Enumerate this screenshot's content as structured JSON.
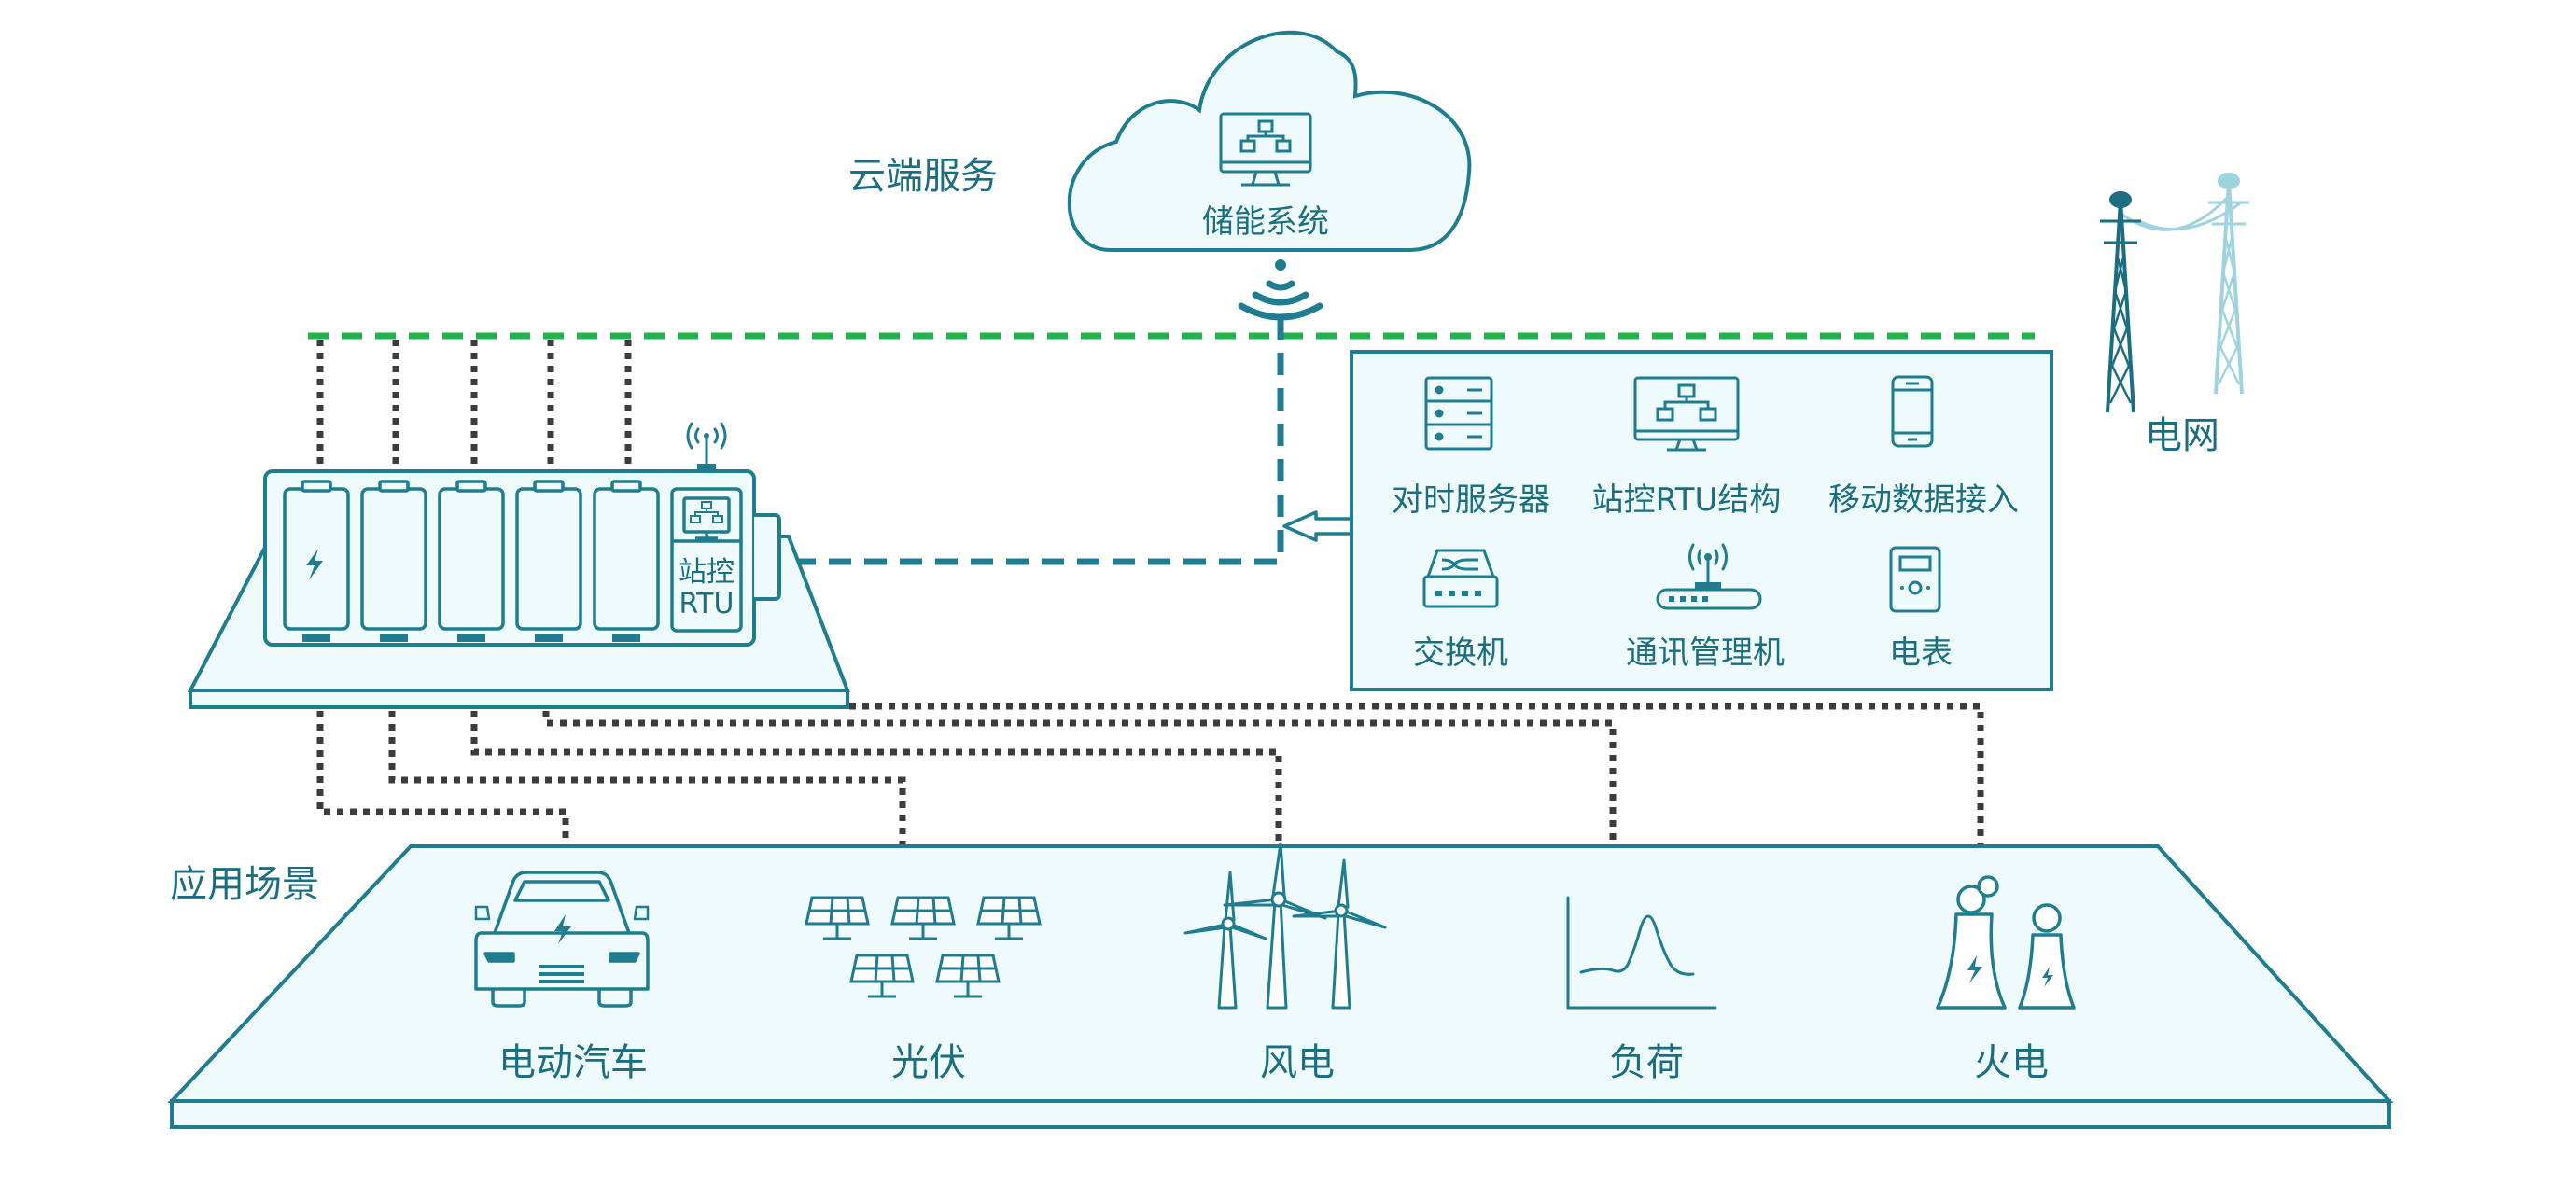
{
  "colors": {
    "teal": "#1f7d8f",
    "teal_dark": "#13636f",
    "teal_fill": "#eefafc",
    "green_dash": "#22b34c",
    "dot_dark": "#3c3c3c",
    "tower_light": "#9fd3de"
  },
  "labels": {
    "cloud_service": "云端服务",
    "storage_system": "储能系统",
    "station_rtu_line1": "站控",
    "station_rtu_line2": "RTU",
    "grid": "电网",
    "scenarios": "应用场景"
  },
  "devices": [
    {
      "label": "对时服务器",
      "icon": "server-icon"
    },
    {
      "label": "站控RTU结构",
      "icon": "monitor-network-icon"
    },
    {
      "label": "移动数据接入",
      "icon": "phone-icon"
    },
    {
      "label": "交换机",
      "icon": "switch-icon"
    },
    {
      "label": "通讯管理机",
      "icon": "router-icon"
    },
    {
      "label": "电表",
      "icon": "meter-icon"
    }
  ],
  "scenarios": [
    {
      "label": "电动汽车",
      "icon": "ev-car-icon"
    },
    {
      "label": "光伏",
      "icon": "solar-panel-icon"
    },
    {
      "label": "风电",
      "icon": "wind-turbine-icon"
    },
    {
      "label": "负荷",
      "icon": "load-curve-icon"
    },
    {
      "label": "火电",
      "icon": "thermal-plant-icon"
    }
  ]
}
